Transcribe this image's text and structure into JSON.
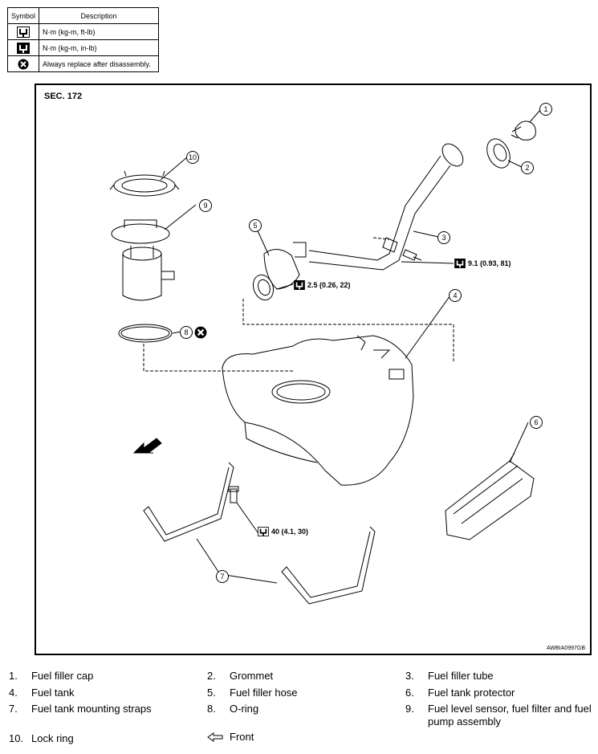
{
  "legend": {
    "header_symbol": "Symbol",
    "header_description": "Description",
    "rows": [
      {
        "icon": "torque-ft-lb-icon",
        "text": "N·m (kg-m, ft-lb)"
      },
      {
        "icon": "torque-in-lb-icon",
        "text": "N·m (kg-m, in-lb)"
      },
      {
        "icon": "always-replace-icon",
        "text": "Always replace after disassembly."
      }
    ]
  },
  "diagram": {
    "section": "SEC. 172",
    "code": "AWBIA0997GB",
    "callouts": [
      "1",
      "2",
      "3",
      "4",
      "5",
      "6",
      "7",
      "8",
      "9",
      "10"
    ],
    "torques": [
      {
        "value": "9.1 (0.93, 81)",
        "unit_icon": "torque-in-lb-icon"
      },
      {
        "value": "2.5 (0.26, 22)",
        "unit_icon": "torque-in-lb-icon"
      },
      {
        "value": "40 (4.1, 30)",
        "unit_icon": "torque-ft-lb-icon"
      }
    ]
  },
  "parts": [
    {
      "num": "1.",
      "name": "Fuel filler cap"
    },
    {
      "num": "2.",
      "name": "Grommet"
    },
    {
      "num": "3.",
      "name": "Fuel filler tube"
    },
    {
      "num": "4.",
      "name": "Fuel tank"
    },
    {
      "num": "5.",
      "name": "Fuel filler hose"
    },
    {
      "num": "6.",
      "name": "Fuel tank protector"
    },
    {
      "num": "7.",
      "name": "Fuel tank mounting straps"
    },
    {
      "num": "8.",
      "name": "O-ring"
    },
    {
      "num": "9.",
      "name": "Fuel level sensor, fuel filter and fuel pump assembly"
    },
    {
      "num": "10.",
      "name": "Lock ring"
    }
  ],
  "front_label": "Front"
}
